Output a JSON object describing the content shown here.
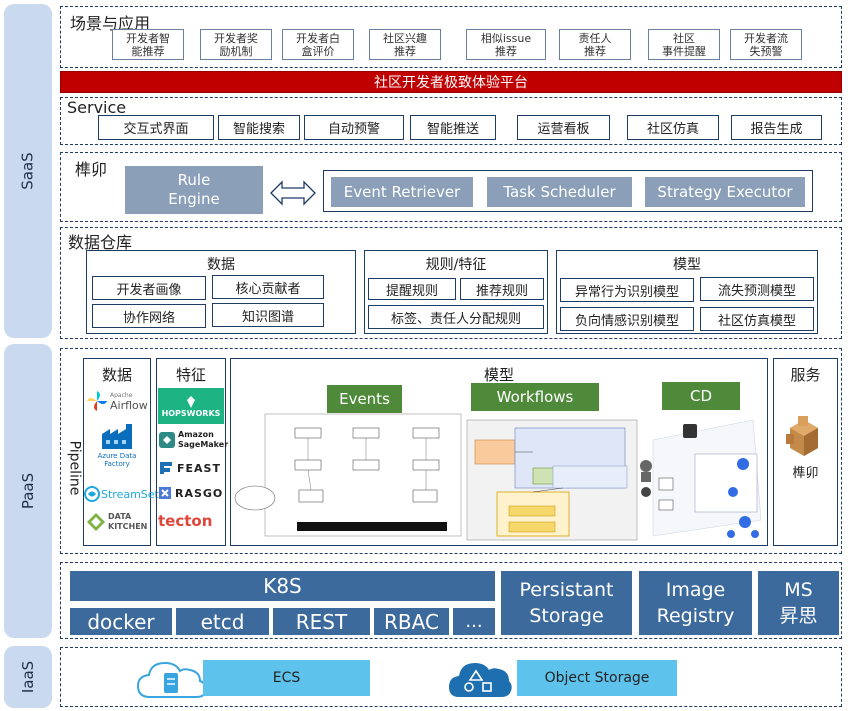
{
  "colors": {
    "banner": "#c00000",
    "sidebar": "#c9d9ef",
    "navy_border": "#1f3c66",
    "gray_box": "#8ba0b8",
    "dark_blue": "#3d6a9c",
    "green": "#4f8a3a",
    "light_blue": "#5ec3ec"
  },
  "layers": {
    "saas": "SaaS",
    "paas": "PaaS",
    "iaas": "IaaS"
  },
  "scenarios": {
    "title": "场景与应用",
    "items": [
      {
        "line1": "开发者智",
        "line2": "能推荐"
      },
      {
        "line1": "开发者奖",
        "line2": "励机制"
      },
      {
        "line1": "开发者白",
        "line2": "盒评价"
      },
      {
        "line1": "社区兴趣",
        "line2": "推荐"
      },
      {
        "line1": "相似issue",
        "line2": "推荐"
      },
      {
        "line1": "责任人",
        "line2": "推荐"
      },
      {
        "line1": "社区",
        "line2": "事件提醒"
      },
      {
        "line1": "开发者流",
        "line2": "失预警"
      }
    ]
  },
  "banner": "社区开发者极致体验平台",
  "service": {
    "title": "Service",
    "items": [
      "交互式界面",
      "智能搜索",
      "自动预警",
      "智能推送",
      "运营看板",
      "社区仿真",
      "报告生成"
    ]
  },
  "engine": {
    "title": "榫卯",
    "rule_engine": {
      "line1": "Rule",
      "line2": "Engine"
    },
    "components": [
      "Event Retriever",
      "Task Scheduler",
      "Strategy Executor"
    ]
  },
  "warehouse": {
    "title": "数据仓库",
    "data": {
      "title": "数据",
      "items": [
        "开发者画像",
        "核心贡献者",
        "协作网络",
        "知识图谱"
      ]
    },
    "rules": {
      "title": "规则/特征",
      "items": [
        "提醒规则",
        "推荐规则",
        "标签、责任人分配规则"
      ]
    },
    "models": {
      "title": "模型",
      "items": [
        "异常行为识别模型",
        "流失预测模型",
        "负向情感识别模型",
        "社区仿真模型"
      ]
    }
  },
  "pipeline": {
    "label": "Pipeline",
    "data": {
      "title": "数据",
      "logos": [
        "Airflow",
        "Azure Data Factory",
        "StreamSets",
        "DATA KITCHEN"
      ],
      "airflow_small": "Apache"
    },
    "features": {
      "title": "特征",
      "logos": [
        "HOPSWORKS",
        "Amazon SageMaker",
        "FEAST",
        "RASGO",
        "tecton"
      ]
    },
    "model": {
      "title": "模型",
      "tags": [
        "Events",
        "Workflows",
        "CD"
      ]
    },
    "service": {
      "title": "服务",
      "icon_label": "榫卯"
    }
  },
  "infra": {
    "k8s": "K8S",
    "items": [
      "docker",
      "etcd",
      "REST",
      "RBAC",
      "..."
    ],
    "persistent": {
      "line1": "Persistant",
      "line2": "Storage"
    },
    "image": {
      "line1": "Image",
      "line2": "Registry"
    },
    "ms": {
      "line1": "MS",
      "line2": "昇思"
    }
  },
  "iaas": {
    "ecs": "ECS",
    "object_storage": "Object Storage"
  }
}
